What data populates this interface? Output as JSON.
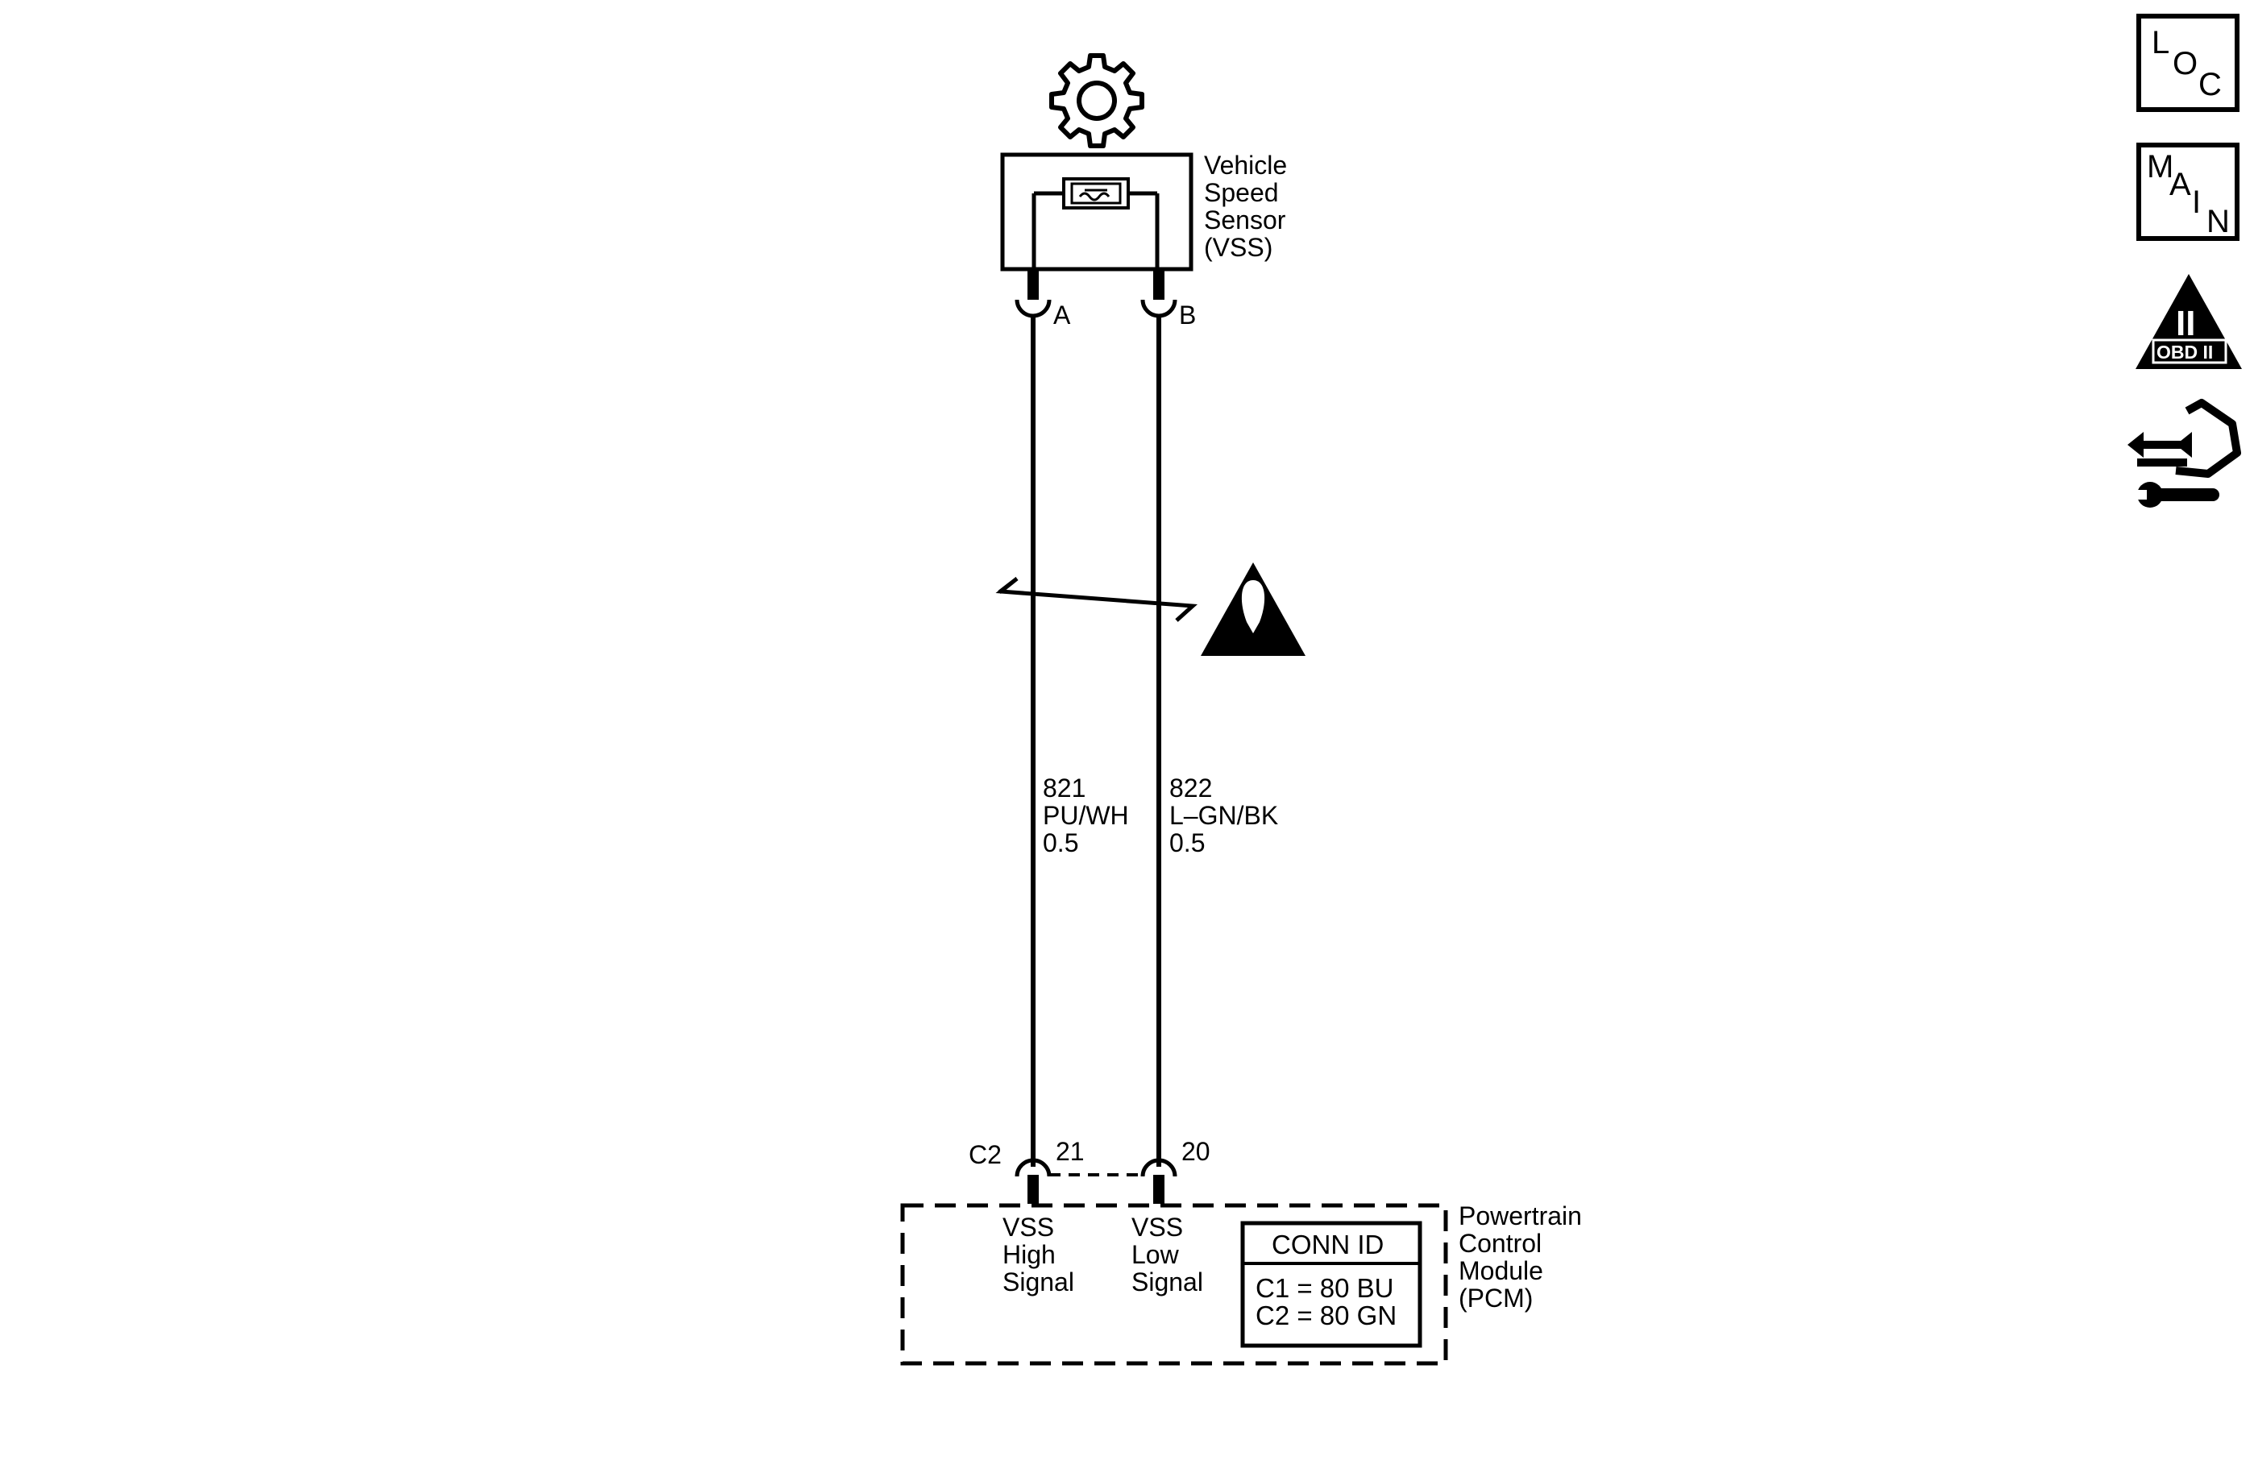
{
  "vss": {
    "label_lines": [
      "Vehicle",
      "Speed",
      "Sensor",
      "(VSS)"
    ],
    "pin_a": "A",
    "pin_b": "B"
  },
  "wires": [
    {
      "circuit": "821",
      "color": "PU/WH",
      "gauge": "0.5"
    },
    {
      "circuit": "822",
      "color": "L–GN/BK",
      "gauge": "0.5"
    }
  ],
  "pcm": {
    "connector": "C2",
    "pin_high": "21",
    "pin_low": "20",
    "high_signal_lines": [
      "VSS",
      "High",
      "Signal"
    ],
    "low_signal_lines": [
      "VSS",
      "Low",
      "Signal"
    ],
    "label_lines": [
      "Powertrain",
      "Control",
      "Module",
      "(PCM)"
    ],
    "conn_id": {
      "title": "CONN ID",
      "rows": [
        "C1 = 80 BU",
        "C2 = 80 GN"
      ]
    }
  },
  "nav_icons": {
    "loc": {
      "icon": "loc-icon",
      "letters": [
        "L",
        "O",
        "C"
      ]
    },
    "main": {
      "icon": "main-icon",
      "letters": [
        "M",
        "A",
        "I",
        "N"
      ]
    },
    "obd": {
      "icon": "obd-ii-icon",
      "roman": "II",
      "label": "OBD II"
    },
    "connector_tool": {
      "icon": "connector-end-view-icon"
    }
  },
  "caution": {
    "icon": "caution-triangle-icon"
  }
}
